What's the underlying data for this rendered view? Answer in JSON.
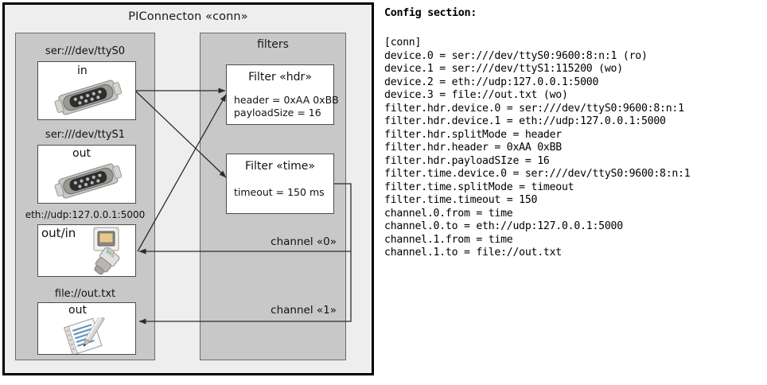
{
  "diagram": {
    "title": "PIConnecton «conn»",
    "devices_panel": {
      "name": "devices-group",
      "items": [
        {
          "label": "ser:///dev/ttyS0",
          "direction": "in",
          "icon": "serial-port-icon"
        },
        {
          "label": "ser:///dev/ttyS1",
          "direction": "out",
          "icon": "serial-port-icon"
        },
        {
          "label": "eth://udp:127.0.0.1:5000",
          "direction": "out/in",
          "icon": "ethernet-icon"
        },
        {
          "label": "file://out.txt",
          "direction": "out",
          "icon": "text-file-icon"
        }
      ]
    },
    "filters_panel": {
      "title": "filters",
      "filters": [
        {
          "title": "Filter «hdr»",
          "props": [
            "header = 0xAA 0xBB",
            "payloadSize = 16"
          ]
        },
        {
          "title": "Filter «time»",
          "props": [
            "timeout = 150 ms"
          ]
        }
      ],
      "channels": [
        {
          "label": "channel «0»"
        },
        {
          "label": "channel «1»"
        }
      ]
    },
    "colors": {
      "outer_border": "#000000",
      "outer_fill": "#eeeeee",
      "panel_fill": "#c8c8c8",
      "panel_border": "#6b6b6b",
      "card_fill": "#ffffff",
      "card_border": "#4d4d4d",
      "wire": "#2b2b2b"
    }
  },
  "config": {
    "heading": "Config section:",
    "lines": [
      "[conn]",
      "device.0 = ser:///dev/ttyS0:9600:8:n:1 (ro)",
      "device.1 = ser:///dev/ttyS1:115200 (wo)",
      "device.2 = eth://udp:127.0.0.1:5000",
      "device.3 = file://out.txt (wo)",
      "filter.hdr.device.0 = ser:///dev/ttyS0:9600:8:n:1",
      "filter.hdr.device.1 = eth://udp:127.0.0.1:5000",
      "filter.hdr.splitMode = header",
      "filter.hdr.header = 0xAA 0xBB",
      "filter.hdr.payloadSIze = 16",
      "filter.time.device.0 = ser:///dev/ttyS0:9600:8:n:1",
      "filter.time.splitMode = timeout",
      "filter.time.timeout = 150",
      "channel.0.from = time",
      "channel.0.to = eth://udp:127.0.0.1:5000",
      "channel.1.from = time",
      "channel.1.to = file://out.txt"
    ]
  }
}
